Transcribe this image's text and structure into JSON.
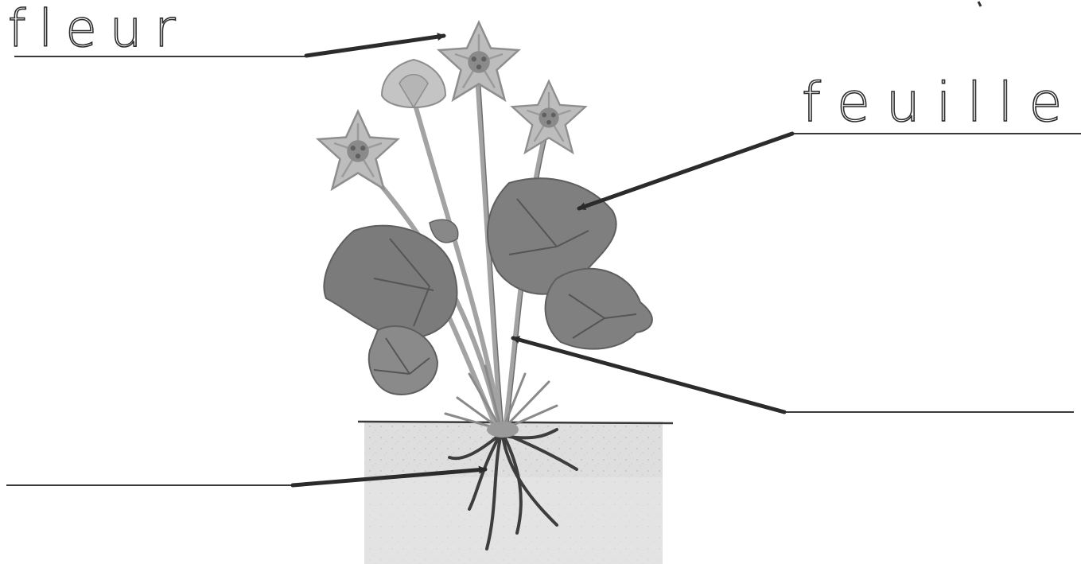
{
  "labels": {
    "top_left": "fleur",
    "top_right": "feuille",
    "middle_right": "",
    "bottom_left": ""
  },
  "colors": {
    "paper": "#ffffff",
    "ink": "#2e2e2e",
    "line": "#3a3a3a",
    "arrow": "#2b2b2b",
    "petal": "#b9b9b9",
    "petal_dark": "#8e8e8e",
    "center": "#6f6f6f",
    "leaf": "#7d7d7d",
    "leaf_dark": "#5f5f5f",
    "stem": "#a6a6a6",
    "soil": "#dddddd",
    "soil_speckle": "#c4c4c4",
    "root": "#3d3d3d"
  },
  "icons": {
    "plant": "plant-illustration",
    "arrow": "arrow-icon"
  }
}
